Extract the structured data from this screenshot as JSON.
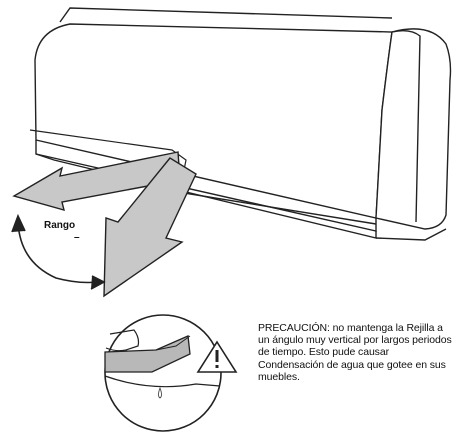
{
  "figure": {
    "range_label": "Rango",
    "range_dash": "–",
    "caution_text": "PRECAUCIÓN: no mantenga la Rejilla a un ángulo muy vertical por largos periodos de tiempo. Esto pude causar Condensación de agua que gotee en sus muebles.",
    "icons": [
      "air-conditioner-unit",
      "airflow-arrow",
      "range-arc",
      "warning-triangle-icon",
      "water-drop-icon"
    ]
  }
}
